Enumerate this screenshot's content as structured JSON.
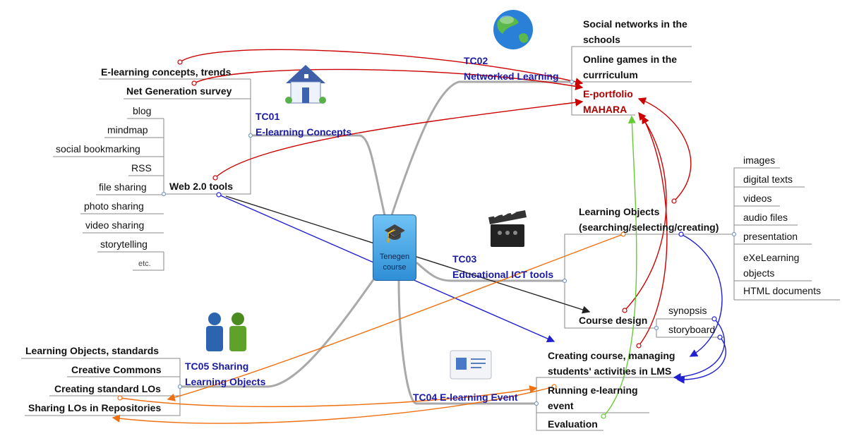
{
  "center": {
    "line1": "Tenegen",
    "line2": "course"
  },
  "tc01": {
    "line1": "TC01",
    "line2": "E-learning Concepts"
  },
  "tc02": {
    "line1": "TC02",
    "line2": "Networked Learning"
  },
  "tc03": {
    "line1": "TC03",
    "line2": "Educational ICT tools"
  },
  "tc04": {
    "label": "TC04 E-learning  Event"
  },
  "tc05": {
    "line1": "TC05  Sharing",
    "line2": "Learning Objects"
  },
  "tc01_children": {
    "elearning_concepts": "E-learning concepts, trends",
    "net_generation": "Net Generation survey",
    "web20": "Web 2.0 tools"
  },
  "web20_tools": [
    "blog",
    "mindmap",
    "social bookmarking",
    "RSS",
    "file sharing",
    "photo sharing",
    "video sharing",
    "storytelling",
    "etc."
  ],
  "tc02_children": {
    "social_networks": "Social networks in the schools",
    "online_games": "Online games in the currriculum",
    "eportfolio_line1": "E-portfolio",
    "eportfolio_line2": "MAHARA"
  },
  "tc03_children": {
    "learning_objects_line1": "Learning Objects",
    "learning_objects_line2": "(searching/selecting/creating)",
    "course_design": "Course design",
    "synopsis": "synopsis",
    "storyboard": "storyboard"
  },
  "lo_types": [
    "images",
    "digital texts",
    "videos",
    "audio files",
    "presentation",
    "eXeLearning objects",
    "HTML documents"
  ],
  "tc04_children": {
    "creating_course": "Creating course, managing students' activities   in LMS",
    "running_event": "Running e-learning event",
    "evaluation": "Evaluation"
  },
  "tc05_children": {
    "lo_standards": "Learning Objects, standards",
    "creative_commons": "Creative Commons",
    "creating_standard": "Creating standard LOs",
    "sharing_repos": "Sharing LOs in Repositories"
  },
  "icons": {
    "tc01": "house-icon",
    "tc02": "globe-icon",
    "tc03": "clapperboard-icon",
    "tc04": "id-card-icon",
    "tc05": "people-icon",
    "center": "graduation-cap-icon"
  },
  "colors": {
    "branch": "#a0a0a0",
    "topic_text": "#1a1aa6",
    "eportfolio_text": "#b00000",
    "link_red": "#cc0000",
    "link_blue": "#2020d0",
    "link_orange": "#f07010",
    "link_green": "#66cc33",
    "link_black": "#222222",
    "center_fill": "#3aa0e8"
  }
}
